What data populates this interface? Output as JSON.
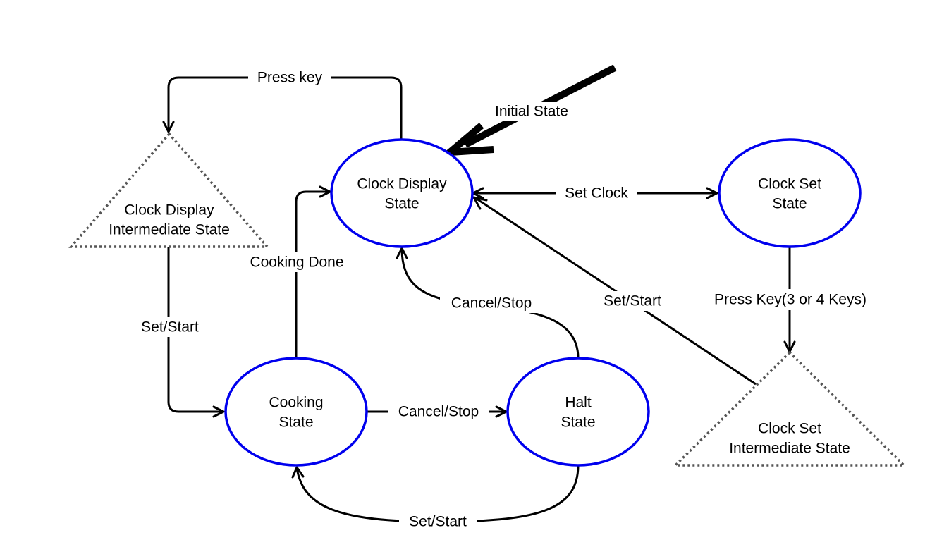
{
  "colors": {
    "state_stroke": "#0000ee",
    "intermediate_stroke": "#555555",
    "edge": "#000000",
    "background": "#ffffff"
  },
  "states": {
    "clock_display": {
      "line1": "Clock Display",
      "line2": "State"
    },
    "clock_set": {
      "line1": "Clock Set",
      "line2": "State"
    },
    "cooking": {
      "line1": "Cooking",
      "line2": "State"
    },
    "halt": {
      "line1": "Halt",
      "line2": "State"
    },
    "clock_display_intermediate": {
      "line1": "Clock Display",
      "line2": "Intermediate State"
    },
    "clock_set_intermediate": {
      "line1": "Clock Set",
      "line2": "Intermediate State"
    }
  },
  "transitions": {
    "initial_state": "Initial State",
    "press_key": "Press key",
    "set_clock": "Set Clock",
    "cooking_done": "Cooking Done",
    "cancel_stop_halt_to_display": "Cancel/Stop",
    "set_start_clockset_to_display": "Set/Start",
    "press_key_3_or_4": "Press Key(3 or 4 Keys)",
    "set_start_intermediate_to_cooking": "Set/Start",
    "cancel_stop_cooking_to_halt": "Cancel/Stop",
    "set_start_halt_to_cooking": "Set/Start"
  }
}
